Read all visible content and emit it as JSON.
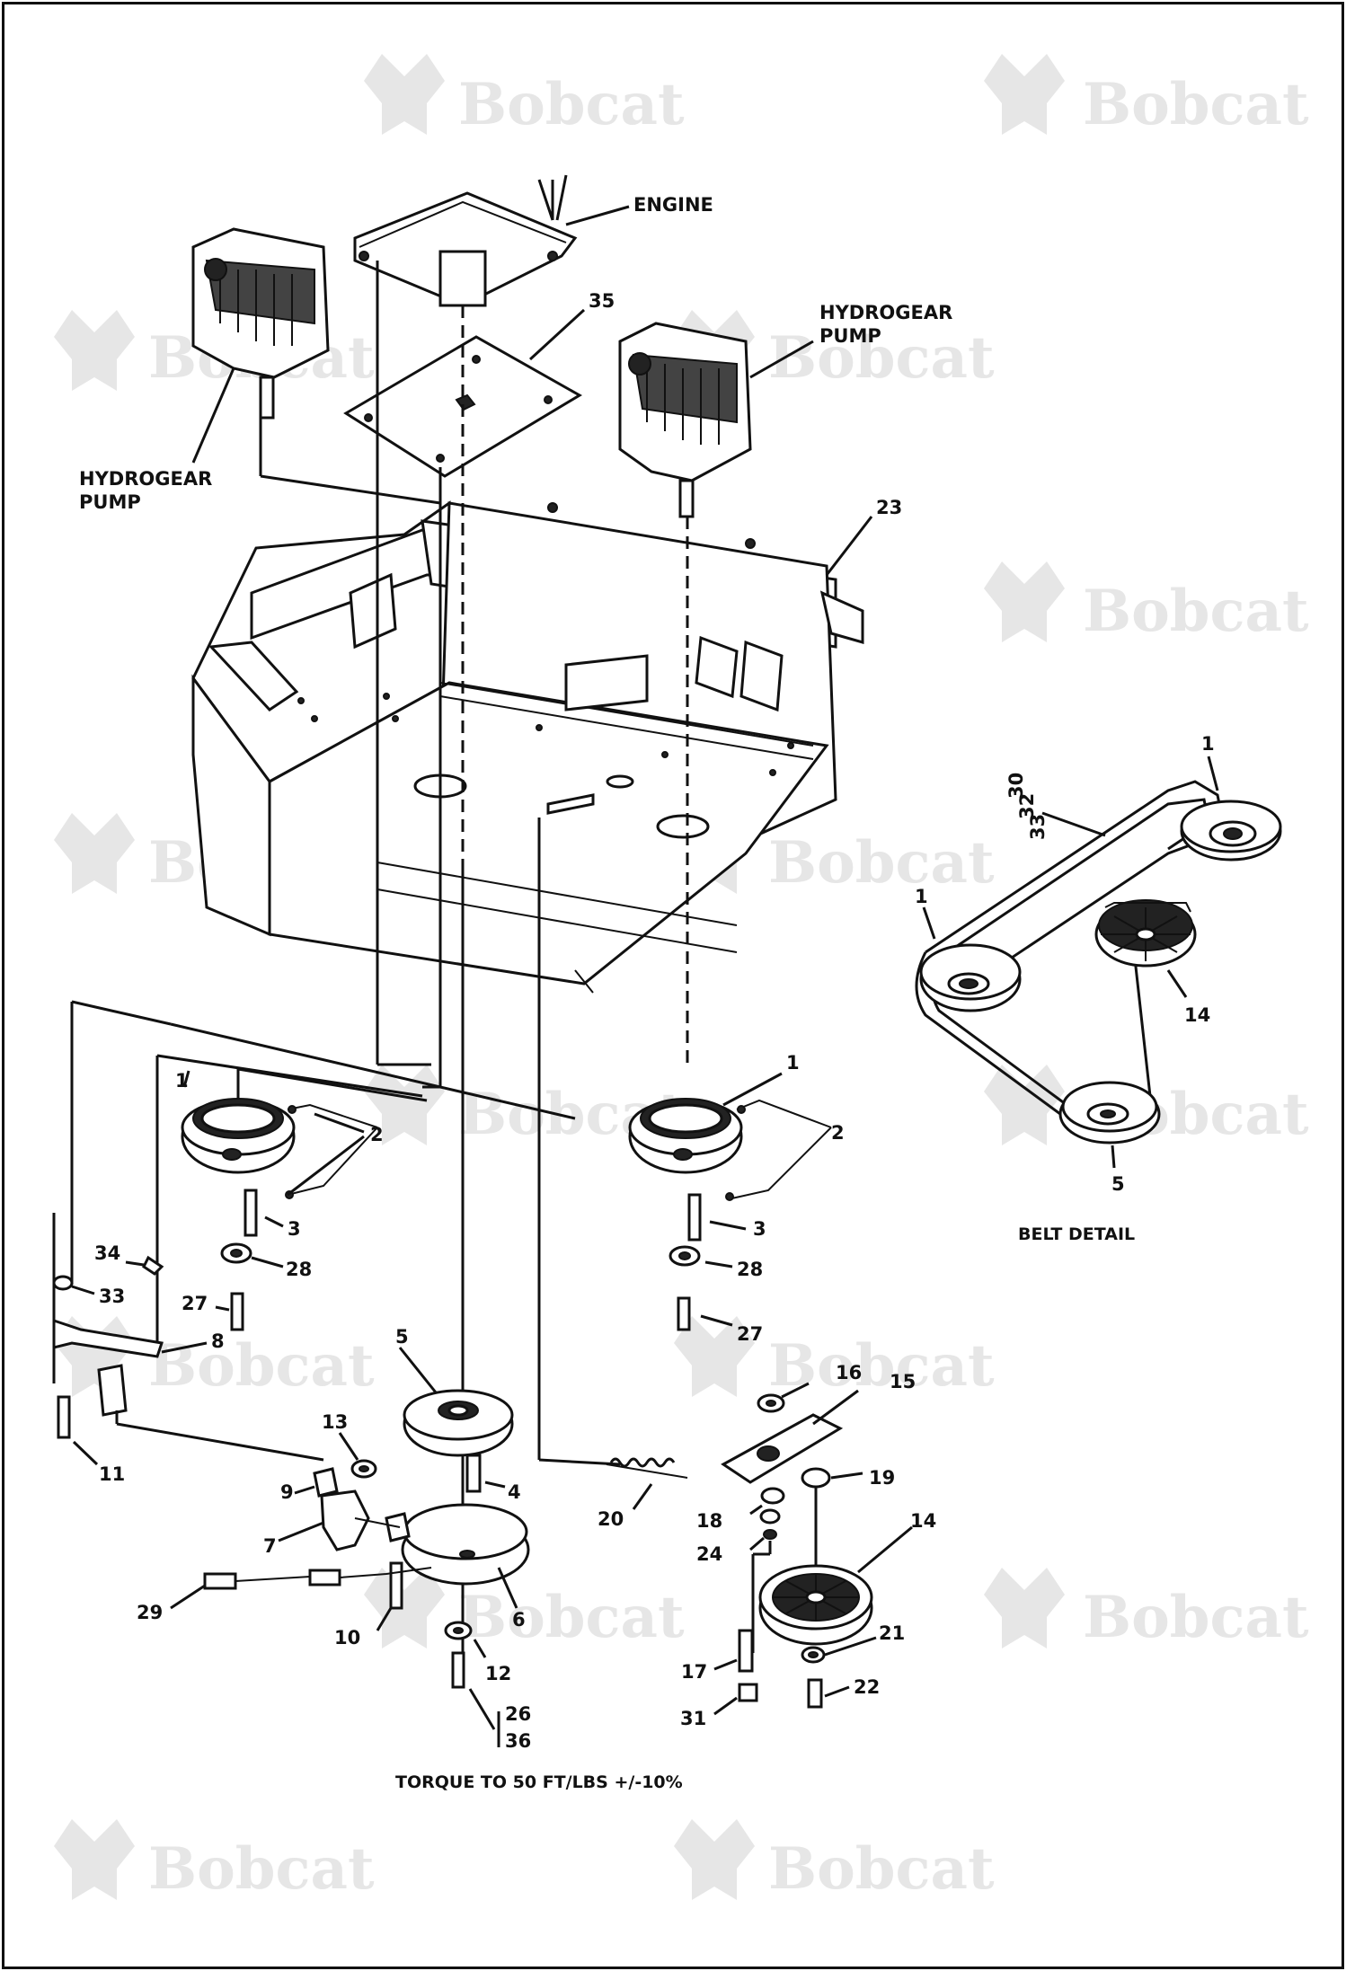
{
  "watermark": "Bobcat",
  "labels": {
    "engine": "ENGINE",
    "hydrogear_pump_right_l1": "HYDROGEAR",
    "hydrogear_pump_right_l2": "PUMP",
    "hydrogear_pump_left_l1": "HYDROGEAR",
    "hydrogear_pump_left_l2": "PUMP",
    "belt_detail": "BELT DETAIL",
    "torque_note": "TORQUE TO 50 FT/LBS +/-10%"
  },
  "callouts": {
    "c35": "35",
    "c23": "23",
    "c1_left": "1",
    "c2_left": "2",
    "c3_left": "3",
    "c28_left": "28",
    "c27_left": "27",
    "c34": "34",
    "c33": "33",
    "c8": "8",
    "c11": "11",
    "c1_right": "1",
    "c2_right": "2",
    "c3_right": "3",
    "c28_right": "28",
    "c27_right": "27",
    "c5": "5",
    "c4": "4",
    "c13": "13",
    "c9": "9",
    "c7": "7",
    "c6": "6",
    "c10": "10",
    "c12": "12",
    "c26": "26",
    "c36": "36",
    "c29": "29",
    "c20": "20",
    "c16": "16",
    "c15": "15",
    "c19": "19",
    "c18": "18",
    "c24": "24",
    "c14": "14",
    "c21": "21",
    "c22": "22",
    "c17": "17",
    "c31": "31",
    "bd_1_top": "1",
    "bd_30": "30",
    "bd_32": "32",
    "bd_33": "33",
    "bd_1_left": "1",
    "bd_14": "14",
    "bd_5": "5"
  }
}
